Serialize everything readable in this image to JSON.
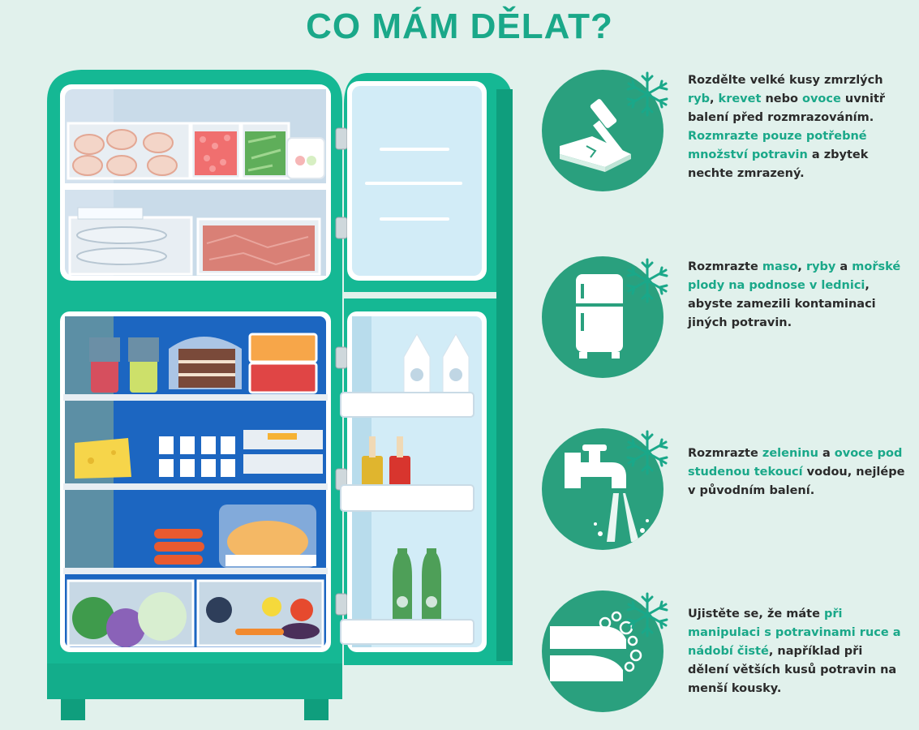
{
  "title": "CO MÁM DĚLAT?",
  "colors": {
    "accent": "#1aa889",
    "fridge_body": "#15b894",
    "tip_circle": "#2aa07e",
    "fridge_interior": "#1c66c1",
    "freezer_interior": "#d4e2ee",
    "text": "#2b2b2b"
  },
  "fridge": {
    "icon_names": [
      "fridge-illustration",
      "snowflake-icon",
      "hammer-icon",
      "mini-fridge-icon",
      "faucet-icon",
      "washing-hands-icon"
    ],
    "freezer_items": [
      "shrimp-tray",
      "peas-box",
      "beans-box",
      "ice-cream-cup",
      "fish-tray",
      "meat-tray"
    ],
    "fridge_items": [
      "jar-red",
      "jar-green",
      "cake",
      "soup-box",
      "berries-box",
      "cheese",
      "yogurts",
      "eggs",
      "sausages",
      "roast-chicken",
      "cabbage",
      "red-cabbage",
      "vegetables"
    ],
    "door_items": [
      "milk-carton",
      "sauce-bottle-yellow",
      "sauce-bottle-red",
      "green-bottle"
    ]
  },
  "tips": [
    {
      "segments": [
        {
          "t": "Rozdělte velké kusy zmrzlých ",
          "h": false
        },
        {
          "t": "ryb",
          "h": true
        },
        {
          "t": ", ",
          "h": false
        },
        {
          "t": "krevet",
          "h": true
        },
        {
          "t": " nebo ",
          "h": false
        },
        {
          "t": "ovoce",
          "h": true
        },
        {
          "t": " uvnitř balení před rozmrazováním. ",
          "h": false
        },
        {
          "t": "Rozmrazte pouze potřebné množství potravin",
          "h": true
        },
        {
          "t": " a zbytek nechte zmrazený.",
          "h": false
        }
      ]
    },
    {
      "segments": [
        {
          "t": "Rozmrazte ",
          "h": false
        },
        {
          "t": "maso",
          "h": true
        },
        {
          "t": ", ",
          "h": false
        },
        {
          "t": "ryby",
          "h": true
        },
        {
          "t": " a ",
          "h": false
        },
        {
          "t": "mořské plody na podnose v lednici",
          "h": true
        },
        {
          "t": ", abyste zamezili kontaminaci jiných potravin.",
          "h": false
        }
      ]
    },
    {
      "segments": [
        {
          "t": "Rozmrazte ",
          "h": false
        },
        {
          "t": "zeleninu",
          "h": true
        },
        {
          "t": " a ",
          "h": false
        },
        {
          "t": "ovoce pod studenou tekoucí",
          "h": true
        },
        {
          "t": " vodou, nejlépe v původním balení.",
          "h": false
        }
      ]
    },
    {
      "segments": [
        {
          "t": "Ujistěte se, že máte ",
          "h": false
        },
        {
          "t": "při manipulaci s potravinami ruce a nádobí čisté",
          "h": true
        },
        {
          "t": ", například při dělení větších kusů potravin na menší kousky.",
          "h": false
        }
      ]
    }
  ]
}
